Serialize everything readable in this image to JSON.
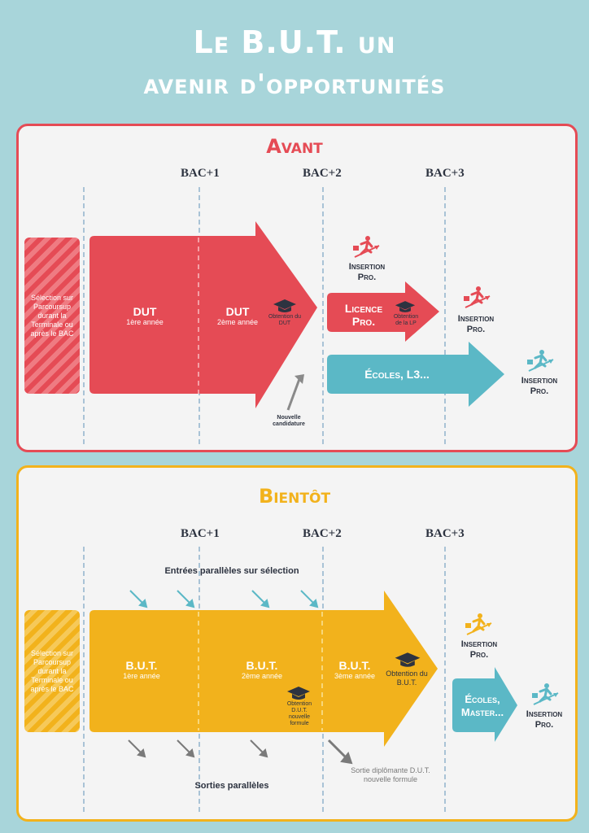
{
  "title": {
    "line1": "Le B.U.T. un",
    "line2": "avenir d'opportunités"
  },
  "colors": {
    "background": "#a8d5da",
    "red": "#e54b55",
    "yellow": "#f2b21c",
    "teal": "#5bb8c6",
    "dark": "#2d3340"
  },
  "avant": {
    "title": "Avant",
    "bac_labels": [
      "BAC+1",
      "BAC+2",
      "BAC+3"
    ],
    "selection": "Sélection sur Parcoursup durant la Terminale ou après le BAC",
    "dut1": {
      "title": "DUT",
      "subtitle": "1ère année"
    },
    "dut2": {
      "title": "DUT",
      "subtitle": "2ème année"
    },
    "obtention_dut": "Obtention du DUT",
    "licence": {
      "line1": "Licence",
      "line2": "Pro."
    },
    "obtention_lp": "Obtention de la LP",
    "ecoles": "Écoles, L3...",
    "nouvelle_candidature": "Nouvelle candidature",
    "insertion": {
      "line1": "Insertion",
      "line2": "Pro."
    }
  },
  "bientot": {
    "title": "Bientôt",
    "bac_labels": [
      "BAC+1",
      "BAC+2",
      "BAC+3"
    ],
    "entrees": "Entrées parallèles sur sélection",
    "sorties": "Sorties parallèles",
    "selection": "Sélection sur Parcoursup durant la Terminale ou après le BAC",
    "but1": {
      "title": "B.U.T.",
      "subtitle": "1ère année"
    },
    "but2": {
      "title": "B.U.T.",
      "subtitle": "2ème année"
    },
    "but3": {
      "title": "B.U.T.",
      "subtitle": "3ème année"
    },
    "obtention_dut": "Obtention D.U.T. nouvelle formule",
    "obtention_but": "Obtention du B.U.T.",
    "sortie_diplomante": "Sortie diplômante D.U.T. nouvelle formule",
    "ecoles": {
      "line1": "Écoles,",
      "line2": "Master..."
    },
    "insertion": {
      "line1": "Insertion",
      "line2": "Pro."
    }
  }
}
